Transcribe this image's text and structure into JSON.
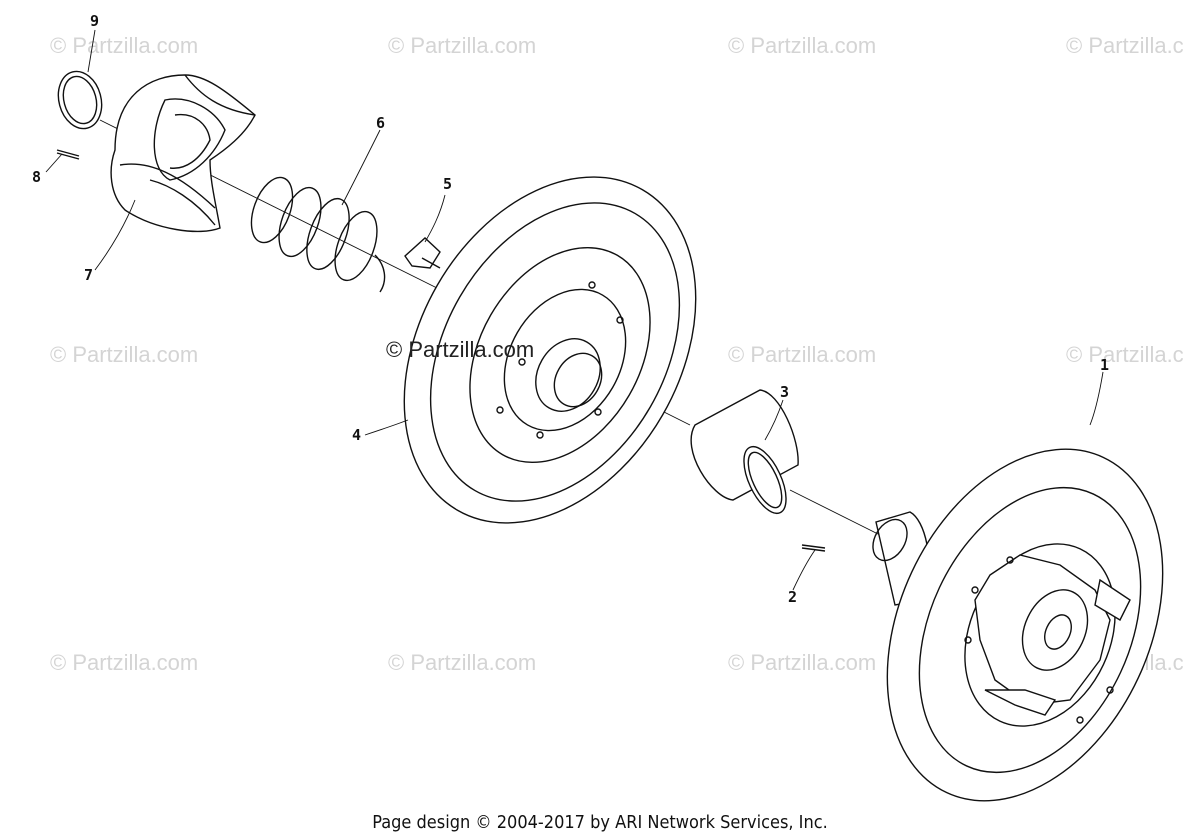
{
  "watermarks": [
    "© Partzilla.com",
    "© Partzilla.com",
    "© Partzilla.com",
    "© Partzilla.c",
    "© Partzilla.com",
    "© Partzilla.com",
    "© Partzilla.c",
    "© Partzilla.com",
    "© Partzilla.com",
    "© Partzilla.com",
    "© Partzilla.c"
  ],
  "center_watermark": "© Partzilla.com",
  "callouts": {
    "c1": "1",
    "c2": "2",
    "c3": "3",
    "c4": "4",
    "c5": "5",
    "c6": "6",
    "c7": "7",
    "c8": "8",
    "c9": "9"
  },
  "footer": "Page design © 2004-2017 by ARI Network Services, Inc."
}
